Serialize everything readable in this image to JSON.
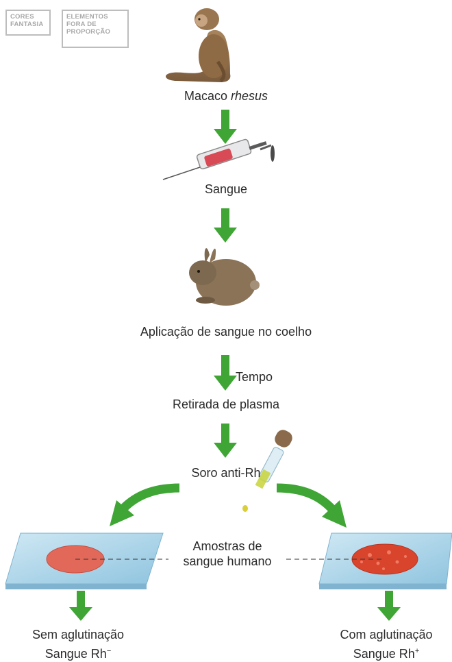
{
  "badges": {
    "cores": [
      "CORES",
      "FANTASIA"
    ],
    "elementos": [
      "ELEMENTOS",
      "FORA DE",
      "PROPORÇÃO"
    ]
  },
  "steps": {
    "monkey_label_prefix": "Macaco ",
    "monkey_label_italic": "rhesus",
    "blood": "Sangue",
    "rabbit": "Aplicação de sangue no coelho",
    "time": "Tempo",
    "plasma": "Retirada de plasma",
    "serum": "Soro anti-Rh",
    "samples_line1": "Amostras de",
    "samples_line2": "sangue humano"
  },
  "results": {
    "left_line1": "Sem aglutinação",
    "left_line2": "Sangue Rh",
    "left_sup": "−",
    "right_line1": "Com aglutinação",
    "right_line2": "Sangue Rh",
    "right_sup": "+"
  },
  "colors": {
    "arrow": "#3fa535",
    "glass": "#a9d3e8",
    "blood_smooth": "#e2685a",
    "blood_clumped": "#d9442c",
    "badge": "#bdbdbd"
  }
}
